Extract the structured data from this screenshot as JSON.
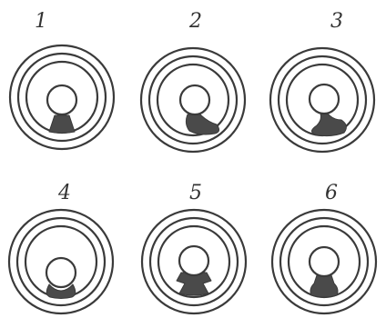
{
  "panels": [
    {
      "number": "1",
      "shape": "pedestal"
    },
    {
      "number": "2",
      "shape": "swoosh-short"
    },
    {
      "number": "3",
      "shape": "swoosh-long"
    },
    {
      "number": "4",
      "shape": "base-collar"
    },
    {
      "number": "5",
      "shape": "flared-base"
    },
    {
      "number": "6",
      "shape": "stem-base"
    }
  ],
  "colors": {
    "line": "#3a3a3a",
    "fill": "#4a4a4a",
    "background": "#ffffff"
  }
}
